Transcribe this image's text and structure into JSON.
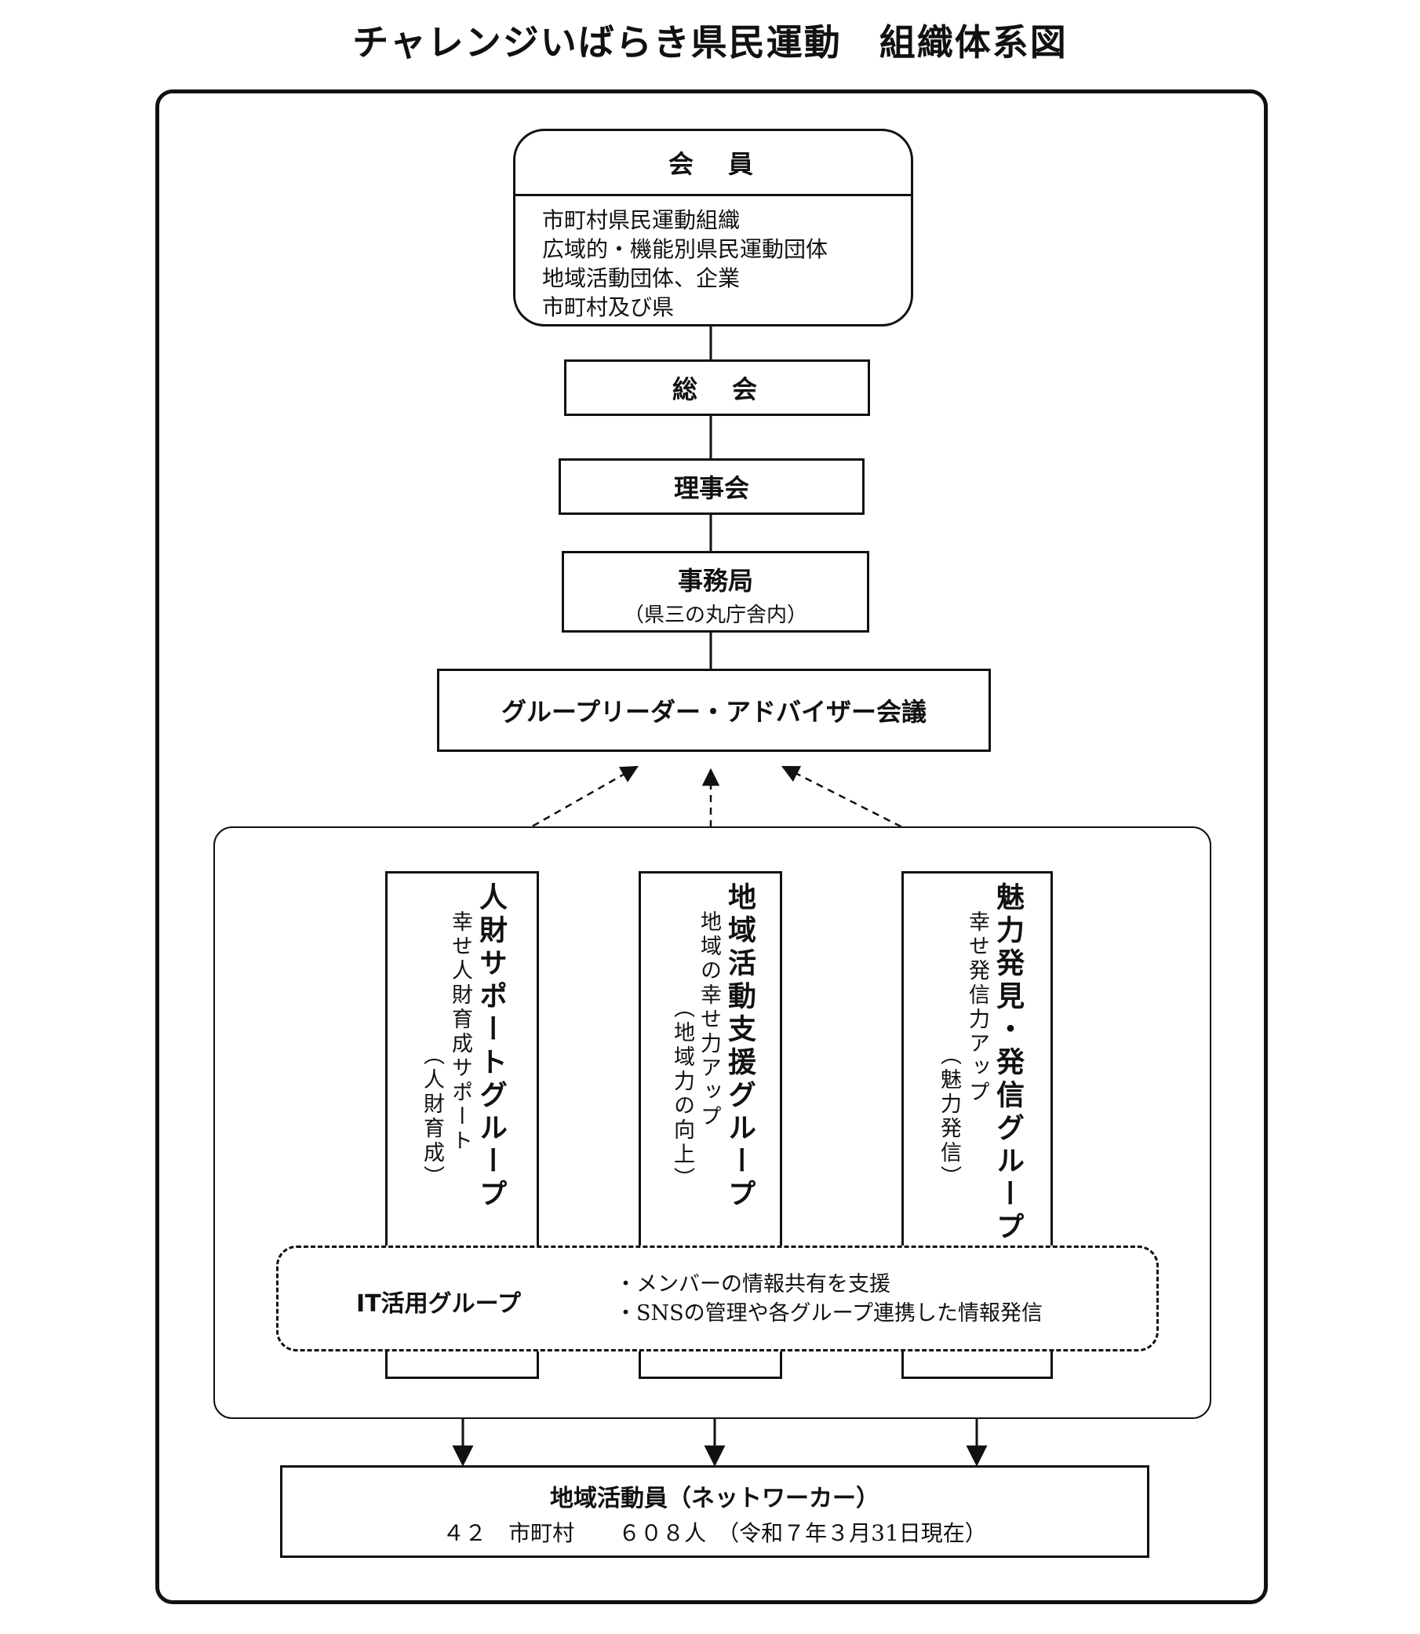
{
  "title": "チャレンジいばらき県民運動　組織体系図",
  "members": {
    "heading": "会　員",
    "items": [
      "市町村県民運動組織",
      "広域的・機能別県民運動団体",
      "地域活動団体、企業",
      "市町村及び県"
    ]
  },
  "general_meeting": "総　会",
  "board": "理事会",
  "secretariat": {
    "label": "事務局",
    "location": "（県三の丸庁舎内）"
  },
  "leader_meeting": "グループリーダー・アドバイザー会議",
  "groups": [
    {
      "name": "人財サポートグループ",
      "subtitle": "幸せ人財育成サポート",
      "note": "（人財育成）"
    },
    {
      "name": "地域活動支援グループ",
      "subtitle": "地域の幸せ力アップ",
      "note": "（地域力の向上）"
    },
    {
      "name": "魅力発見・発信グループ",
      "subtitle": "幸せ発信力アップ",
      "note": "（魅力発信）"
    }
  ],
  "it_group": {
    "name": "IT活用グループ",
    "items": [
      "・メンバーの情報共有を支援",
      "・SNSの管理や各グループ連携した情報発信"
    ]
  },
  "networkers": {
    "label": "地域活動員（ネットワーカー）",
    "stats": "４２　市町村　　６０８人　（令和７年３月31日現在）"
  }
}
